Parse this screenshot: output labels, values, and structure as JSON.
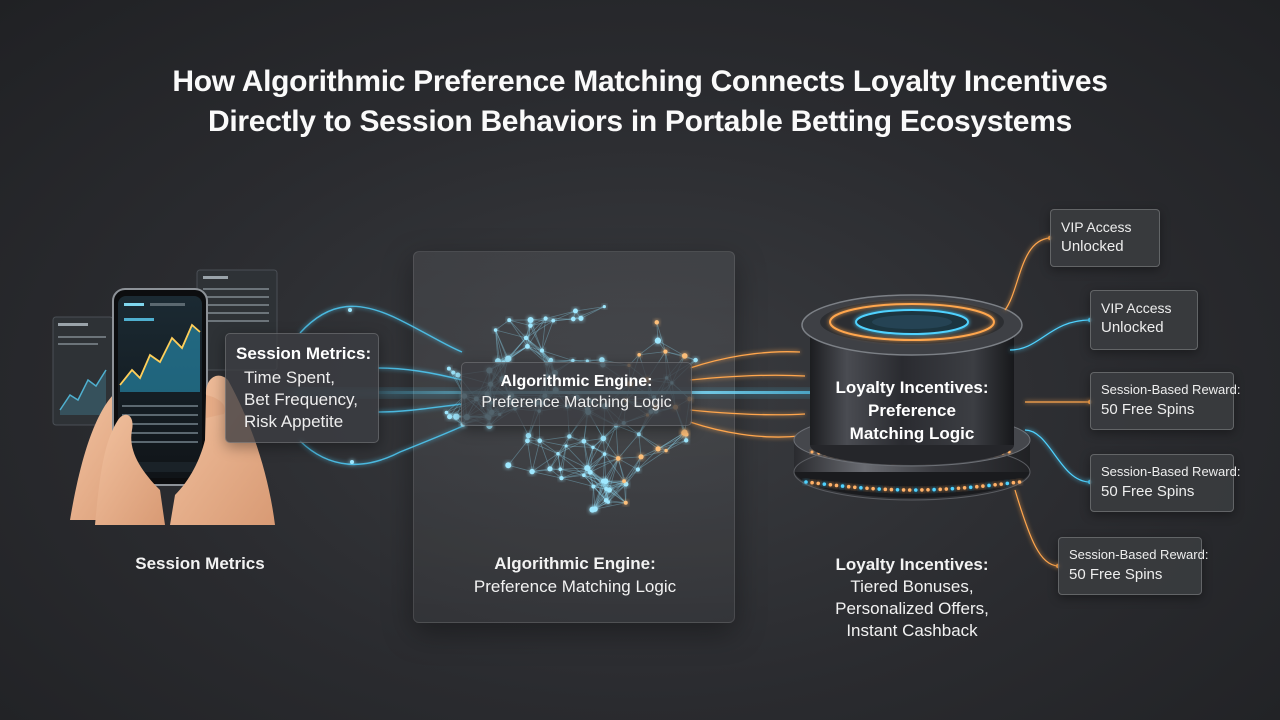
{
  "title": {
    "line1": "How Algorithmic Preference Matching Connects Loyalty Incentives",
    "line2": "Directly to Session Behaviors in Portable Betting Ecosystems"
  },
  "session_metrics": {
    "box_heading": "Session Metrics:",
    "lines": [
      "Time Spent,",
      "Bet Frequency,",
      "Risk Appetite"
    ],
    "caption": "Session Metrics"
  },
  "engine": {
    "box_heading": "Algorithmic Engine:",
    "box_sub": "Preference Matching Logic",
    "caption_heading": "Algorithmic Engine:",
    "caption_sub": "Preference Matching Logic"
  },
  "loyalty": {
    "cylinder_lines": [
      "Loyalty Incentives:",
      "Preference",
      "Matching Logic"
    ],
    "caption_heading": "Loyalty Incentives:",
    "caption_lines": [
      "Tiered Bonuses,",
      "Personalized Offers,",
      "Instant Cashback"
    ]
  },
  "rewards": [
    {
      "line1": "VIP Access",
      "line2": "Unlocked"
    },
    {
      "line1": "VIP Access",
      "line2": "Unlocked"
    },
    {
      "line1": "Session-Based Reward:",
      "line2": "50 Free Spins"
    },
    {
      "line1": "Session-Based Reward:",
      "line2": "50 Free Spins"
    },
    {
      "line1": "Session-Based Reward:",
      "line2": "50 Free Spins"
    }
  ],
  "colors": {
    "background": "#2a2b2f",
    "cyan_glow": "#4fd2ff",
    "orange_glow": "#ffa64d"
  }
}
